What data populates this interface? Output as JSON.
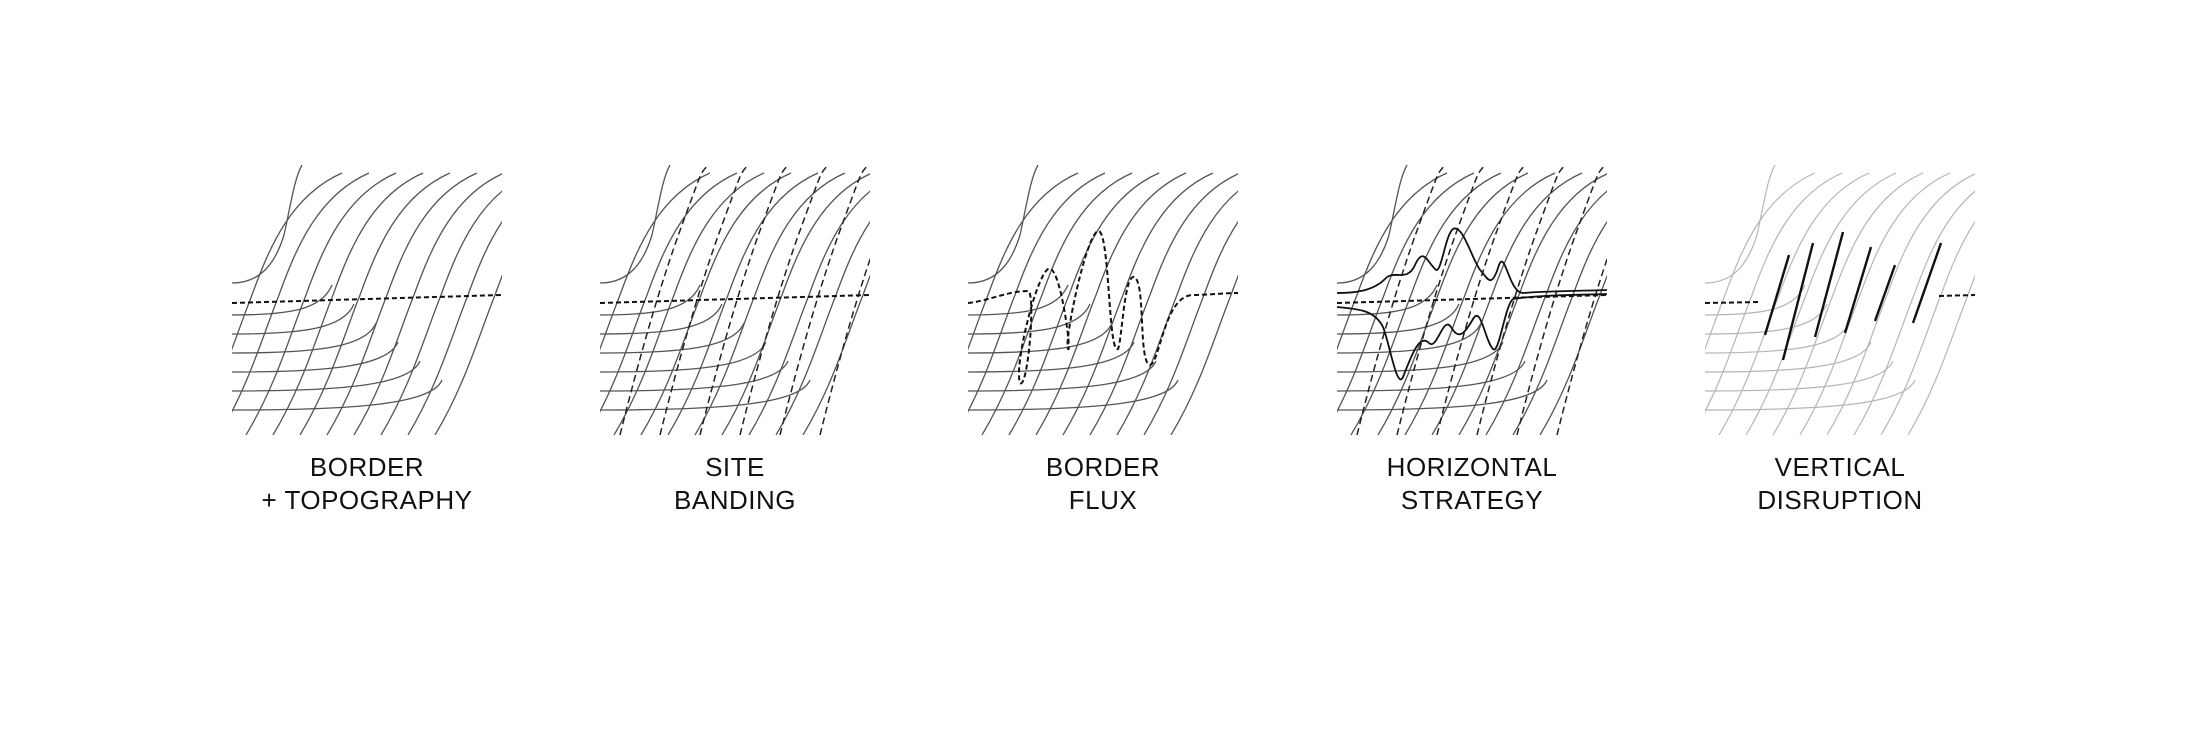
{
  "panels": [
    {
      "id": "p1",
      "line1": "BORDER",
      "line2": "+ TOPOGRAPHY"
    },
    {
      "id": "p2",
      "line1": "SITE",
      "line2": "BANDING"
    },
    {
      "id": "p3",
      "line1": "BORDER",
      "line2": "FLUX"
    },
    {
      "id": "p4",
      "line1": "HORIZONTAL",
      "line2": "STRATEGY"
    },
    {
      "id": "p5",
      "line1": "VERTICAL",
      "line2": "DISRUPTION"
    }
  ],
  "colors": {
    "contour": "#555555",
    "contour_faint": "#b5b5b5",
    "ink": "#111111"
  }
}
